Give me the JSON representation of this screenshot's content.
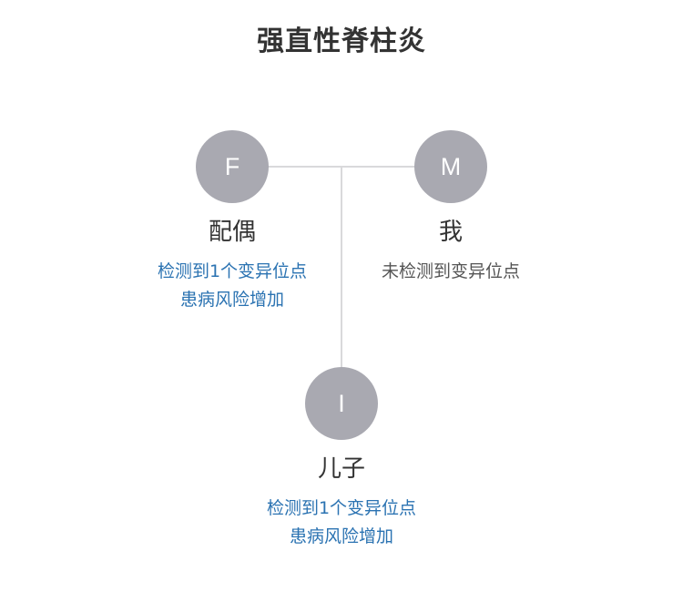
{
  "title": "强直性脊柱炎",
  "nodes": {
    "father": {
      "letter": "F",
      "name": "配偶",
      "lines": [
        "检测到1个变异位点",
        "患病风险增加"
      ]
    },
    "mother": {
      "letter": "M",
      "name": "我",
      "lines": [
        "未检测到变异位点"
      ]
    },
    "child": {
      "letter": "I",
      "name": "儿子",
      "lines": [
        "检测到1个变异位点",
        "患病风险增加"
      ]
    }
  },
  "colors": {
    "node_fill": "#a9a9b1",
    "connector": "#d9d9db",
    "risk_text": "#2b73b2",
    "neutral_text": "#555555"
  }
}
